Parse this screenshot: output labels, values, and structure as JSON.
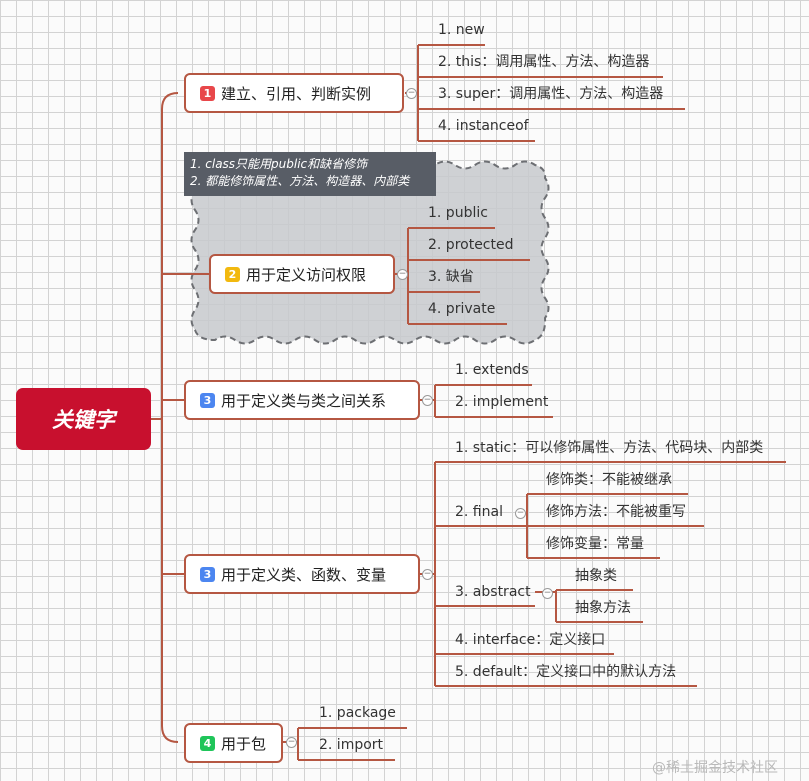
{
  "root": {
    "label": "关键字"
  },
  "branches": [
    {
      "badge": "1",
      "label": "建立、引用、判断实例",
      "children": [
        "1. new",
        "2. this：调用属性、方法、构造器",
        "3. super：调用属性、方法、构造器",
        "4. instanceof"
      ]
    },
    {
      "badge": "2",
      "label": "用于定义访问权限",
      "note": [
        "1. class只能用public和缺省修饰",
        "2. 都能修饰属性、方法、构造器、内部类"
      ],
      "children": [
        "1. public",
        "2. protected",
        "3. 缺省",
        "4. private"
      ]
    },
    {
      "badge": "3",
      "label": "用于定义类与类之间关系",
      "children": [
        "1. extends",
        "2. implement"
      ]
    },
    {
      "badge": "3",
      "label": "用于定义类、函数、变量",
      "children": [
        {
          "label": "1. static：可以修饰属性、方法、代码块、内部类"
        },
        {
          "label": "2. final",
          "children": [
            "修饰类：不能被继承",
            "修饰方法：不能被重写",
            "修饰变量：常量"
          ]
        },
        {
          "label": "3. abstract",
          "children": [
            "抽象类",
            "抽象方法"
          ]
        },
        {
          "label": "4. interface：定义接口"
        },
        {
          "label": "5. default：定义接口中的默认方法"
        }
      ]
    },
    {
      "badge": "4",
      "label": "用于包",
      "children": [
        "1. package",
        "2. import"
      ]
    }
  ],
  "watermark": "@稀土掘金技术社区",
  "colors": {
    "root": "#c8102e",
    "line": "#b55742",
    "badge1": "#e8474a",
    "badge2": "#f2b90f",
    "badge3": "#4c86f0",
    "badge4": "#1fc55a"
  }
}
